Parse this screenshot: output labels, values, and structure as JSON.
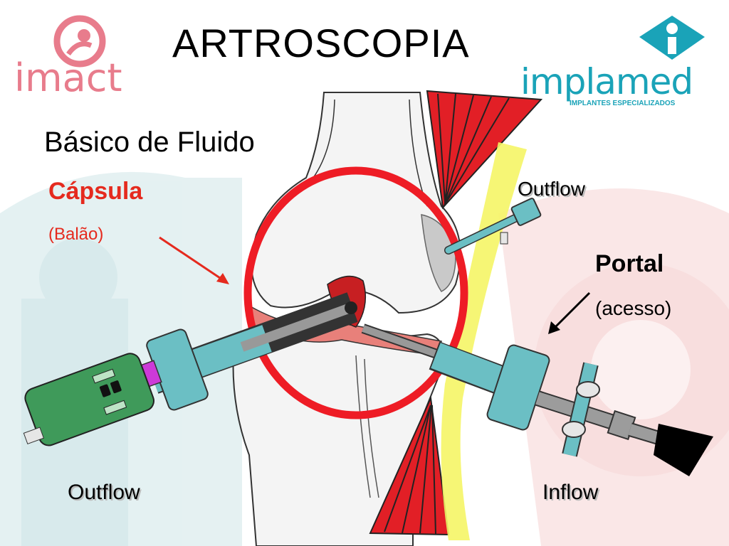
{
  "slide": {
    "title": "ARTROSCOPIA",
    "subtitle": "Básico de Fluido"
  },
  "labels": {
    "capsula": "Cápsula",
    "balao": "(Balão)",
    "outflow_top": "Outflow",
    "portal": "Portal",
    "acesso": "(acesso)",
    "outflow_bottom": "Outflow",
    "inflow": "Inflow"
  },
  "logos": {
    "imact": {
      "text": "imact",
      "color": "#e87c8c"
    },
    "implamed": {
      "text": "implamed",
      "tagline": "IMPLANTES ESPECIALIZADOS",
      "color": "#1aa3b8"
    }
  },
  "colors": {
    "accent_red": "#e52a1e",
    "capsule_ring": "#ee1c25",
    "instrument_teal": "#6bbfc4",
    "camera_green": "#3f9a5a",
    "muscle_red": "#e21f26",
    "tendon_yellow": "#f5f566",
    "ligament_pink": "#e8807a"
  },
  "icons": [
    "imact-logo-icon",
    "implamed-logo-icon"
  ]
}
